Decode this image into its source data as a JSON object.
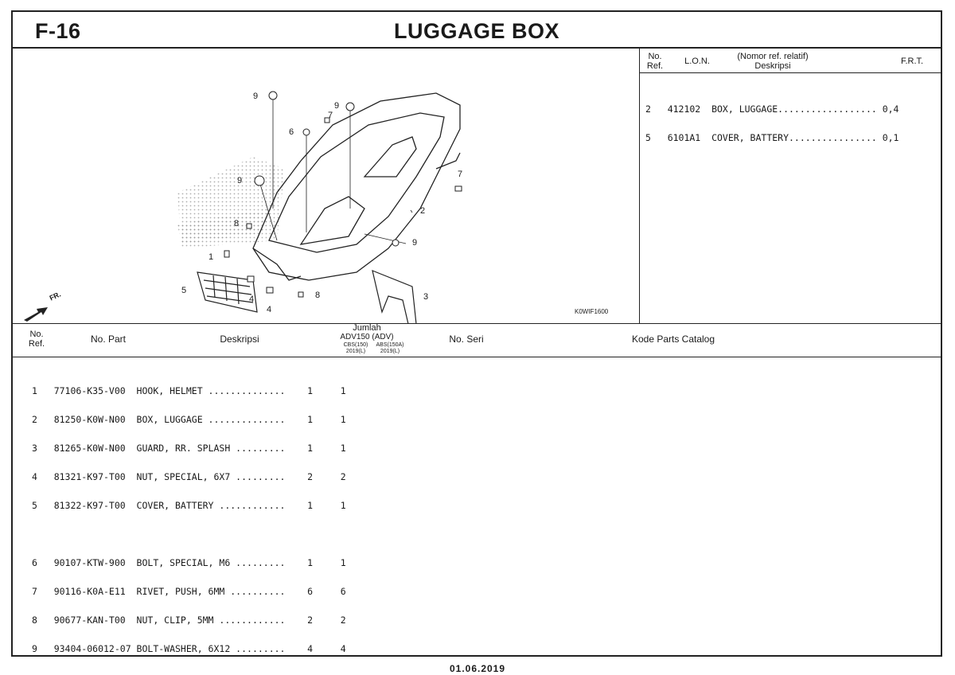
{
  "header": {
    "code": "F-16",
    "title": "LUGGAGE BOX"
  },
  "ref_panel": {
    "col_no_ref": [
      "No.",
      "Ref."
    ],
    "col_lon": "L.O.N.",
    "col_desc": [
      "(Nomor ref. relatif)",
      "Deskripsi"
    ],
    "col_frt": "F.R.T.",
    "rows": [
      "2   412102  BOX, LUGGAGE.................. 0,4",
      "5   6101A1  COVER, BATTERY................ 0,1"
    ]
  },
  "diagram": {
    "image_code": "K0WIF1600",
    "fr_label": "FR.",
    "callouts": [
      "9",
      "9",
      "7",
      "6",
      "9",
      "8",
      "1",
      "5",
      "4",
      "4",
      "8",
      "2",
      "9",
      "3",
      "7"
    ]
  },
  "parts_header": {
    "no_ref": [
      "No.",
      "Ref."
    ],
    "no_part": "No. Part",
    "deskripsi": "Deskripsi",
    "jumlah": "Jumlah",
    "model": "ADV150 (ADV)",
    "variant_1": "CBS(150)",
    "variant_2": "ABS(150A)",
    "year_1": "2019(L)",
    "year_2": "2019(L)",
    "no_seri": "No. Seri",
    "kode": "Kode Parts Catalog"
  },
  "parts": [
    "1   77106-K35-V00  HOOK, HELMET ..............    1     1",
    "2   81250-K0W-N00  BOX, LUGGAGE ..............    1     1",
    "3   81265-K0W-N00  GUARD, RR. SPLASH .........    1     1",
    "4   81321-K97-T00  NUT, SPECIAL, 6X7 .........    2     2",
    "5   81322-K97-T00  COVER, BATTERY ............    1     1",
    "",
    "6   90107-KTW-900  BOLT, SPECIAL, M6 .........    1     1",
    "7   90116-K0A-E11  RIVET, PUSH, 6MM ..........    6     6",
    "8   90677-KAN-T00  NUT, CLIP, 5MM ............    2     2",
    "9   93404-06012-07 BOLT-WASHER, 6X12 .........    4     4"
  ],
  "footer": {
    "date": "01.06.2019"
  }
}
